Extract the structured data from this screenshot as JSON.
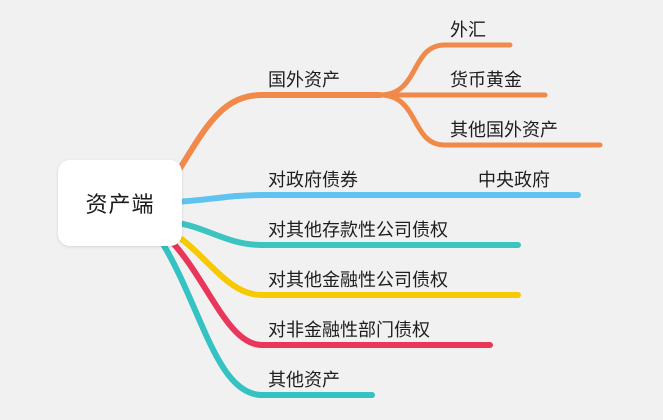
{
  "root": {
    "label": "资产端"
  },
  "branches": [
    {
      "label": "国外资产",
      "color": "#f08a4b",
      "children": [
        {
          "label": "外汇"
        },
        {
          "label": "货币黄金"
        },
        {
          "label": "其他国外资产"
        }
      ]
    },
    {
      "label": "对政府债券",
      "color": "#5ec3ef",
      "children": [
        {
          "label": "中央政府"
        }
      ]
    },
    {
      "label": "对其他存款性公司债权",
      "color": "#3cc4c0",
      "children": []
    },
    {
      "label": "对其他金融性公司债权",
      "color": "#f7c900",
      "children": []
    },
    {
      "label": "对非金融性部门债权",
      "color": "#e8375a",
      "children": []
    },
    {
      "label": "其他资产",
      "color": "#35c2c2",
      "children": []
    }
  ]
}
